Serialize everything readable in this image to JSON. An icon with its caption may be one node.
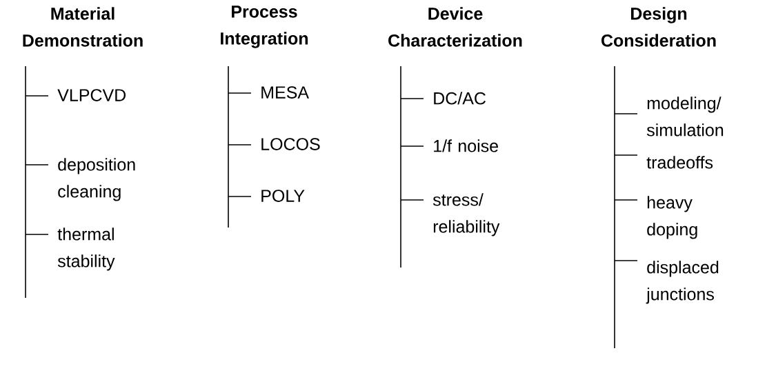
{
  "diagram": {
    "nodes": [
      {
        "text": [
          "Material Demonstration"
        ]
      },
      {
        "text": [],
        "shape": "bar"
      },
      {
        "text": [
          "VLPCVD"
        ]
      },
      {
        "text": [
          "deposition cleaning"
        ]
      },
      {
        "text": [
          "thermal stability"
        ]
      },
      {
        "text": [
          "Process Integration"
        ]
      },
      {
        "text": [],
        "shape": "bar"
      },
      {
        "text": [
          "MESA"
        ]
      },
      {
        "text": [
          "LOCOS"
        ]
      },
      {
        "text": [
          "POLY"
        ]
      },
      {
        "text": [
          "Device Characterization"
        ]
      },
      {
        "text": [],
        "shape": "bar"
      },
      {
        "text": [
          "DC/AC"
        ]
      },
      {
        "text": [
          "1/f noise"
        ]
      },
      {
        "text": [
          "stress/ reliability"
        ]
      },
      {
        "text": [
          "Design Consideration"
        ]
      },
      {
        "text": [],
        "shape": "bar"
      },
      {
        "text": [
          "modeling/ simulation"
        ]
      },
      {
        "text": [
          "tradeoffs"
        ]
      },
      {
        "text": [
          "heavy doping"
        ]
      },
      {
        "text": [
          "displaced junctions"
        ]
      }
    ],
    "edges": [
      {
        "from": 1,
        "to": 2,
        "arrow": "none"
      },
      {
        "from": 1,
        "to": 3,
        "arrow": "none"
      },
      {
        "from": 1,
        "to": 4,
        "arrow": "none"
      },
      {
        "from": 6,
        "to": 7,
        "arrow": "none"
      },
      {
        "from": 6,
        "to": 8,
        "arrow": "none"
      },
      {
        "from": 6,
        "to": 9,
        "arrow": "none"
      },
      {
        "from": 11,
        "to": 12,
        "arrow": "none"
      },
      {
        "from": 11,
        "to": 13,
        "arrow": "none"
      },
      {
        "from": 11,
        "to": 14,
        "arrow": "none"
      },
      {
        "from": 16,
        "to": 17,
        "arrow": "none"
      },
      {
        "from": 16,
        "to": 18,
        "arrow": "none"
      },
      {
        "from": 16,
        "to": 19,
        "arrow": "none"
      },
      {
        "from": 16,
        "to": 20,
        "arrow": "none"
      }
    ]
  }
}
